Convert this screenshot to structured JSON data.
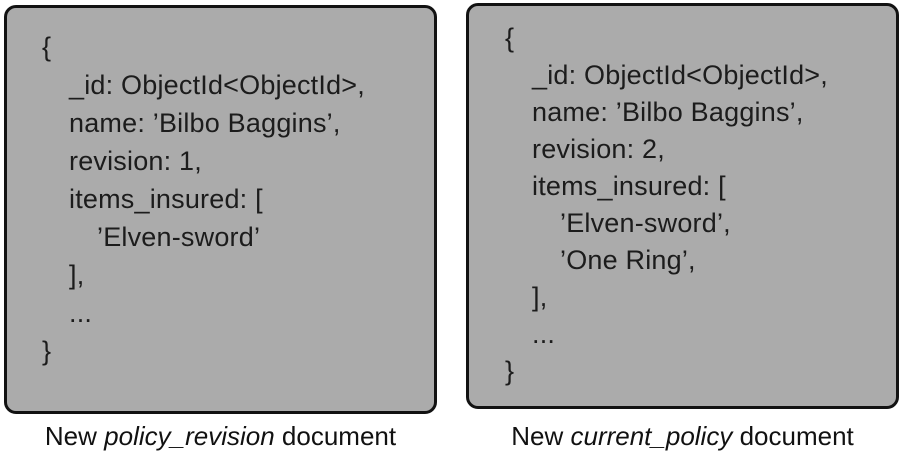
{
  "colors": {
    "box_fill": "#ababab",
    "box_border": "#121212",
    "text": "#1c1c1c",
    "background": "#ffffff"
  },
  "left_panel": {
    "document": {
      "lines": [
        {
          "text": "{",
          "indent": 0
        },
        {
          "text": "_id: ObjectId<ObjectId>,",
          "indent": 1
        },
        {
          "text": "name: ’Bilbo Baggins’,",
          "indent": 1
        },
        {
          "text": "revision: 1,",
          "indent": 1
        },
        {
          "text": "items_insured: [",
          "indent": 1
        },
        {
          "text": "’Elven-sword’",
          "indent": 2
        },
        {
          "text": "],",
          "indent": 1
        },
        {
          "text": "...",
          "indent": 1
        },
        {
          "text": "}",
          "indent": 0
        }
      ]
    },
    "caption": {
      "prefix": "New ",
      "emphasis": "policy_revision",
      "suffix": " document"
    }
  },
  "right_panel": {
    "document": {
      "lines": [
        {
          "text": "{",
          "indent": 0
        },
        {
          "text": "_id: ObjectId<ObjectId>,",
          "indent": 1
        },
        {
          "text": "name: ’Bilbo Baggins’,",
          "indent": 1
        },
        {
          "text": "revision: 2,",
          "indent": 1
        },
        {
          "text": "items_insured: [",
          "indent": 1
        },
        {
          "text": "’Elven-sword’,",
          "indent": 2
        },
        {
          "text": "’One Ring’,",
          "indent": 2
        },
        {
          "text": "],",
          "indent": 1
        },
        {
          "text": "...",
          "indent": 1
        },
        {
          "text": "}",
          "indent": 0
        }
      ]
    },
    "caption": {
      "prefix": "New ",
      "emphasis": "current_policy",
      "suffix": " document"
    }
  }
}
